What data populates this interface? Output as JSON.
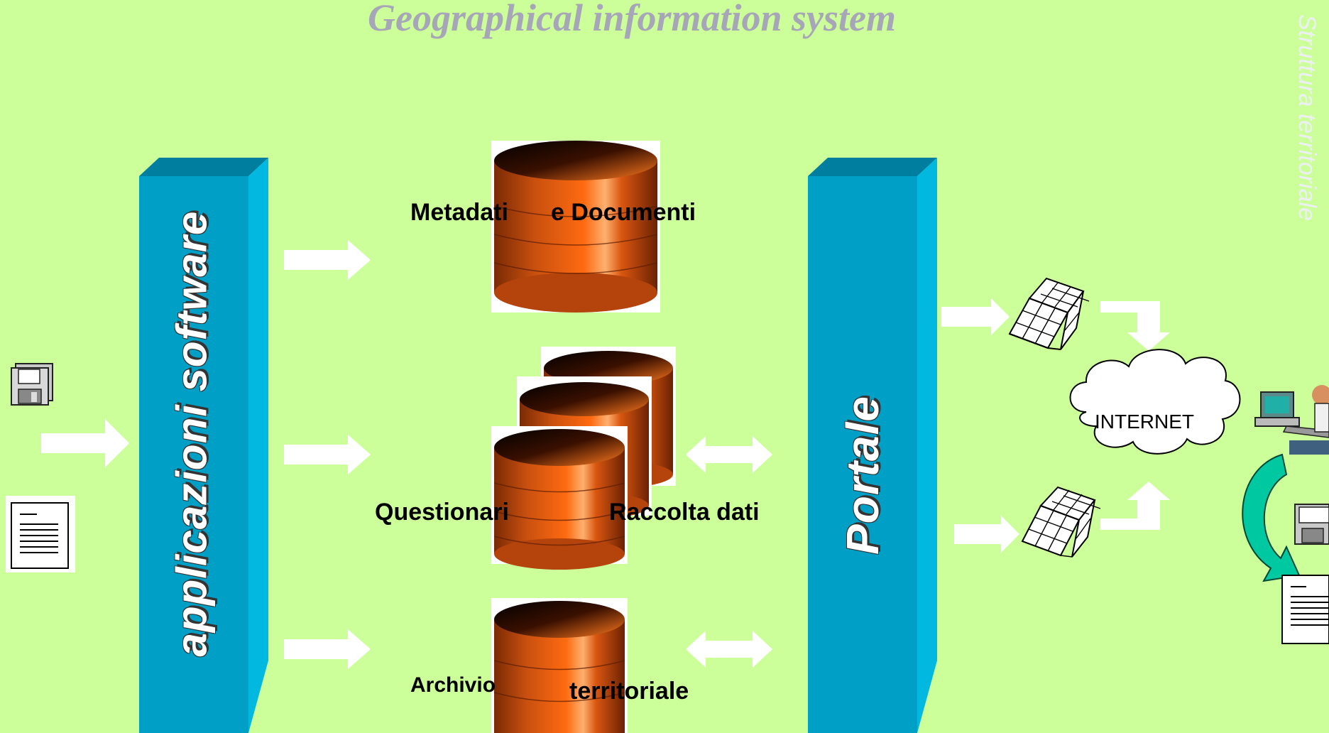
{
  "title": "Geographical information system",
  "side_label": "Struttura territoriale",
  "pillars": {
    "left": "applicazioni software",
    "right": "Portale"
  },
  "databases": {
    "top": {
      "label_a": "Metadati",
      "label_b": "e Documenti"
    },
    "middle": {
      "label_a": "Questionari",
      "label_b": "Raccolta dati"
    },
    "bottom": {
      "label_a": "Archivio",
      "label_b": "territoriale"
    }
  },
  "cloud_label": "INTERNET",
  "colors": {
    "background": "#ccff99",
    "pillar_front": "#009fc6",
    "pillar_side": "#00b8e0",
    "pillar_top": "#007ea0",
    "database": "#e0601a",
    "arrow": "#ffffff",
    "curved_arrow": "#00c8a0"
  },
  "icons": [
    "floppy-disk-icon",
    "document-icon",
    "cube-grid-icon",
    "computer-user-icon",
    "cloud-icon",
    "database-icon"
  ]
}
